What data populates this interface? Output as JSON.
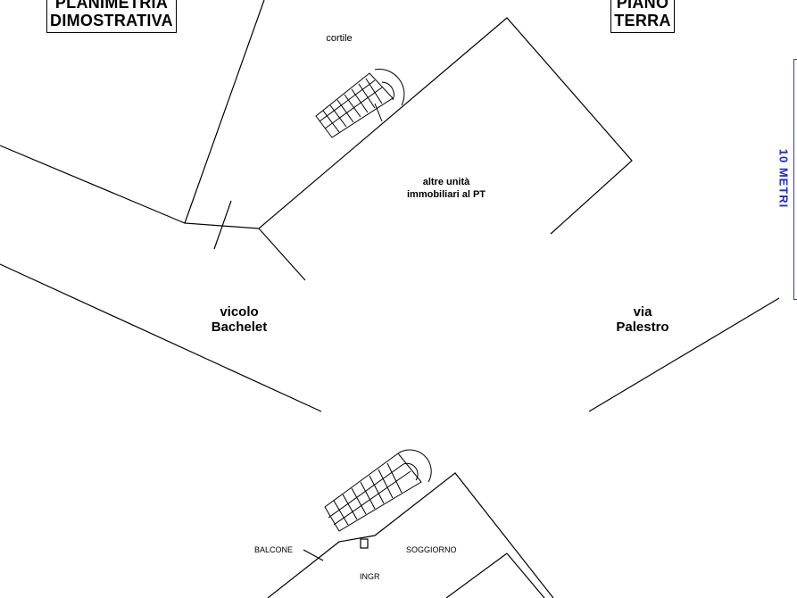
{
  "header": {
    "title_line1": "PLANIMETRIA",
    "title_line2": "DIMOSTRATIVA",
    "floor_line1": "PIANO",
    "floor_line2": "TERRA"
  },
  "labels": {
    "courtyard": "cortile",
    "other_units_line1": "altre unità",
    "other_units_line2": "immobiliari al PT",
    "street_left_line1": "vicolo",
    "street_left_line2": "Bachelet",
    "street_right_line1": "via",
    "street_right_line2": "Palestro",
    "balcony": "BALCONE",
    "living_room": "SOGGIORNO",
    "entrance": "INGR"
  },
  "scale": {
    "label": "10 METRI",
    "color": "#1b2bd0"
  }
}
